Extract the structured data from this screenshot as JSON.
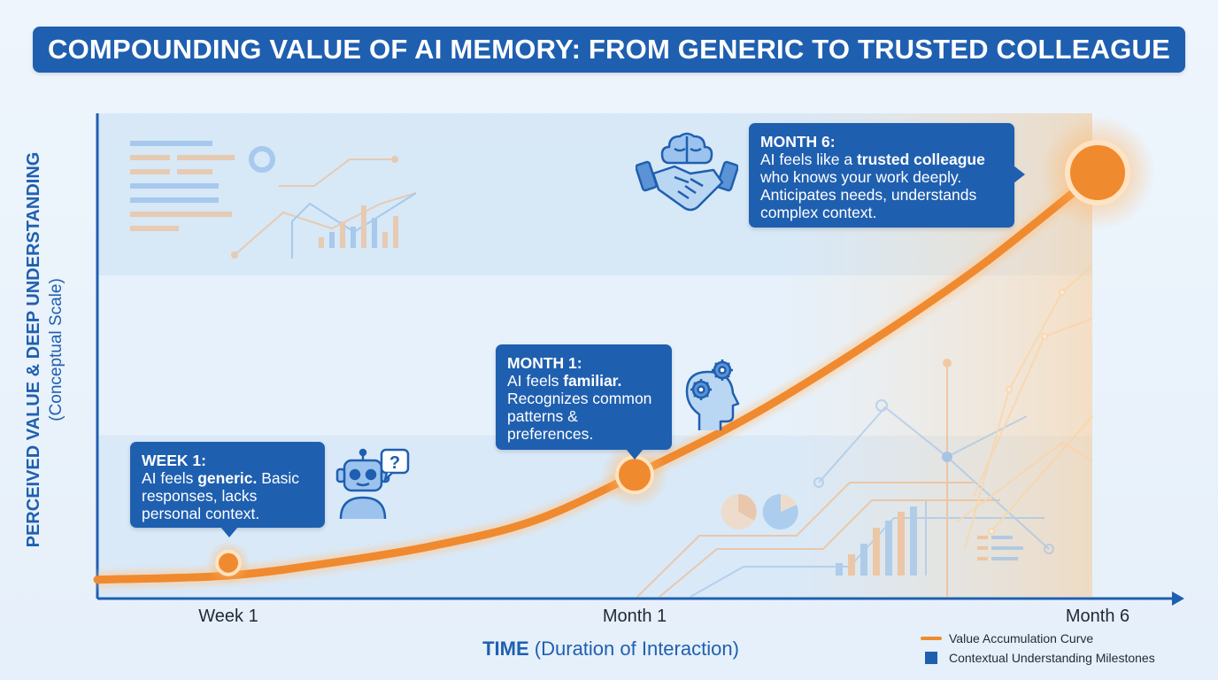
{
  "title": "COMPOUNDING VALUE OF AI MEMORY: FROM GENERIC TO TRUSTED COLLEAGUE",
  "colors": {
    "banner": "#1f5fb0",
    "curve": "#f08a2e",
    "milestone": "#1f5fb0",
    "zone": "#d3e5f6"
  },
  "chart_data": {
    "type": "line",
    "title": "COMPOUNDING VALUE OF AI MEMORY: FROM GENERIC TO TRUSTED COLLEAGUE",
    "xlabel": "TIME (Duration of Interaction)",
    "ylabel": "PERCEIVED VALUE & DEEP UNDERSTANDING (Conceptual Scale)",
    "x_ticks": [
      "Week 1",
      "Month 1",
      "Month 6"
    ],
    "y_scale": "conceptual",
    "series": [
      {
        "name": "Value Accumulation Curve",
        "x": [
          0,
          0.25,
          0.5,
          0.75,
          1,
          1.25,
          1.5,
          1.75,
          2
        ],
        "y": [
          0.02,
          0.05,
          0.09,
          0.15,
          0.26,
          0.4,
          0.57,
          0.76,
          0.98
        ]
      }
    ],
    "milestones": [
      {
        "x": 0,
        "y": 0.05,
        "label": "Week 1"
      },
      {
        "x": 1,
        "y": 0.26,
        "label": "Month 1"
      },
      {
        "x": 2,
        "y": 0.98,
        "label": "Month 6"
      }
    ],
    "legend": [
      {
        "label": "Value Accumulation Curve",
        "symbol": "line"
      },
      {
        "label": "Contextual Understanding Milestones",
        "symbol": "square"
      }
    ],
    "legend_position": "bottom-right",
    "grid": false
  },
  "axes": {
    "y_main": "PERCEIVED VALUE & DEEP UNDERSTANDING",
    "y_sub": "(Conceptual Scale)",
    "x_main": "TIME",
    "x_sub": "(Duration of Interaction)",
    "ticks": [
      "Week 1",
      "Month 1",
      "Month 6"
    ]
  },
  "callouts": {
    "week1": {
      "heading": "WEEK 1:",
      "pre": "AI feels ",
      "emph": "generic.",
      "post": " Basic responses, lacks personal context."
    },
    "month1": {
      "heading": "MONTH 1:",
      "pre": "AI feels ",
      "emph": "familiar.",
      "post": " Recognizes common patterns & preferences."
    },
    "month6": {
      "heading": "MONTH 6:",
      "pre": "AI feels like a ",
      "emph": "trusted colleague",
      "post": " who knows your work deeply. Anticipates needs, understands complex context."
    }
  },
  "icons": {
    "week1": "robot-question-icon",
    "month1": "head-gears-icon",
    "month6": "brain-handshake-icon"
  },
  "legend": {
    "line_label": "Value Accumulation Curve",
    "box_label": "Contextual Understanding Milestones"
  }
}
